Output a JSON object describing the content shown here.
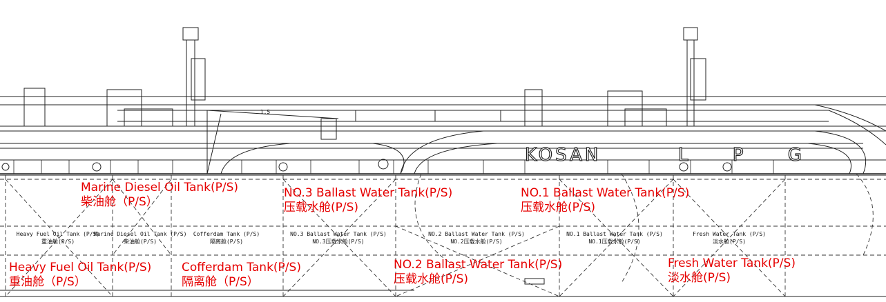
{
  "hull_marking": {
    "name": "KOSAN",
    "type": "L P G"
  },
  "scale_mark": "1.5",
  "tank_labels": [
    {
      "id": "marine-diesel",
      "en": "Marine Diesel Oil Tank(P/S)",
      "zh": "柴油舱（P/S）"
    },
    {
      "id": "no3-ballast",
      "en": "NO.3 Ballast Water Tank(P/S)",
      "zh": "压载水舱(P/S)"
    },
    {
      "id": "no1-ballast",
      "en": "NO.1 Ballast Water Tank(P/S)",
      "zh": "压载水舱(P/S)"
    },
    {
      "id": "heavy-fuel",
      "en": "Heavy Fuel Oil Tank(P/S)",
      "zh": "重油舱（P/S）"
    },
    {
      "id": "cofferdam",
      "en": "Cofferdam Tank(P/S)",
      "zh": "隔离舱（P/S）"
    },
    {
      "id": "no2-ballast",
      "en": "NO.2 Ballast Water Tank(P/S)",
      "zh": "压载水舱(P/S)"
    },
    {
      "id": "fresh-water",
      "en": "Fresh Water Tank(P/S)",
      "zh": "淡水舱(P/S)"
    }
  ],
  "drawing_labels": [
    {
      "en": "Heavy Fuel Oil Tank (P/S)",
      "zh": "重油舱(P/S)"
    },
    {
      "en": "Marine Diesel Oil Tank (P/S)",
      "zh": "柴油舱(P/S)"
    },
    {
      "en": "Cofferdam Tank (P/S)",
      "zh": "隔离舱(P/S)"
    },
    {
      "en": "NO.3 Ballast Water Tank (P/S)",
      "zh": "NO.3压载水舱(P/S)"
    },
    {
      "en": "NO.2 Ballast Water Tank (P/S)",
      "zh": "NO.2压载水舱(P/S)"
    },
    {
      "en": "NO.1 Ballast Water Tank (P/S)",
      "zh": "NO.1压载水舱(P/S)"
    },
    {
      "en": "Fresh Water Tank (P/S)",
      "zh": "淡水舱(P/S)"
    }
  ],
  "colors": {
    "label": "#e60000",
    "line": "#222222"
  }
}
